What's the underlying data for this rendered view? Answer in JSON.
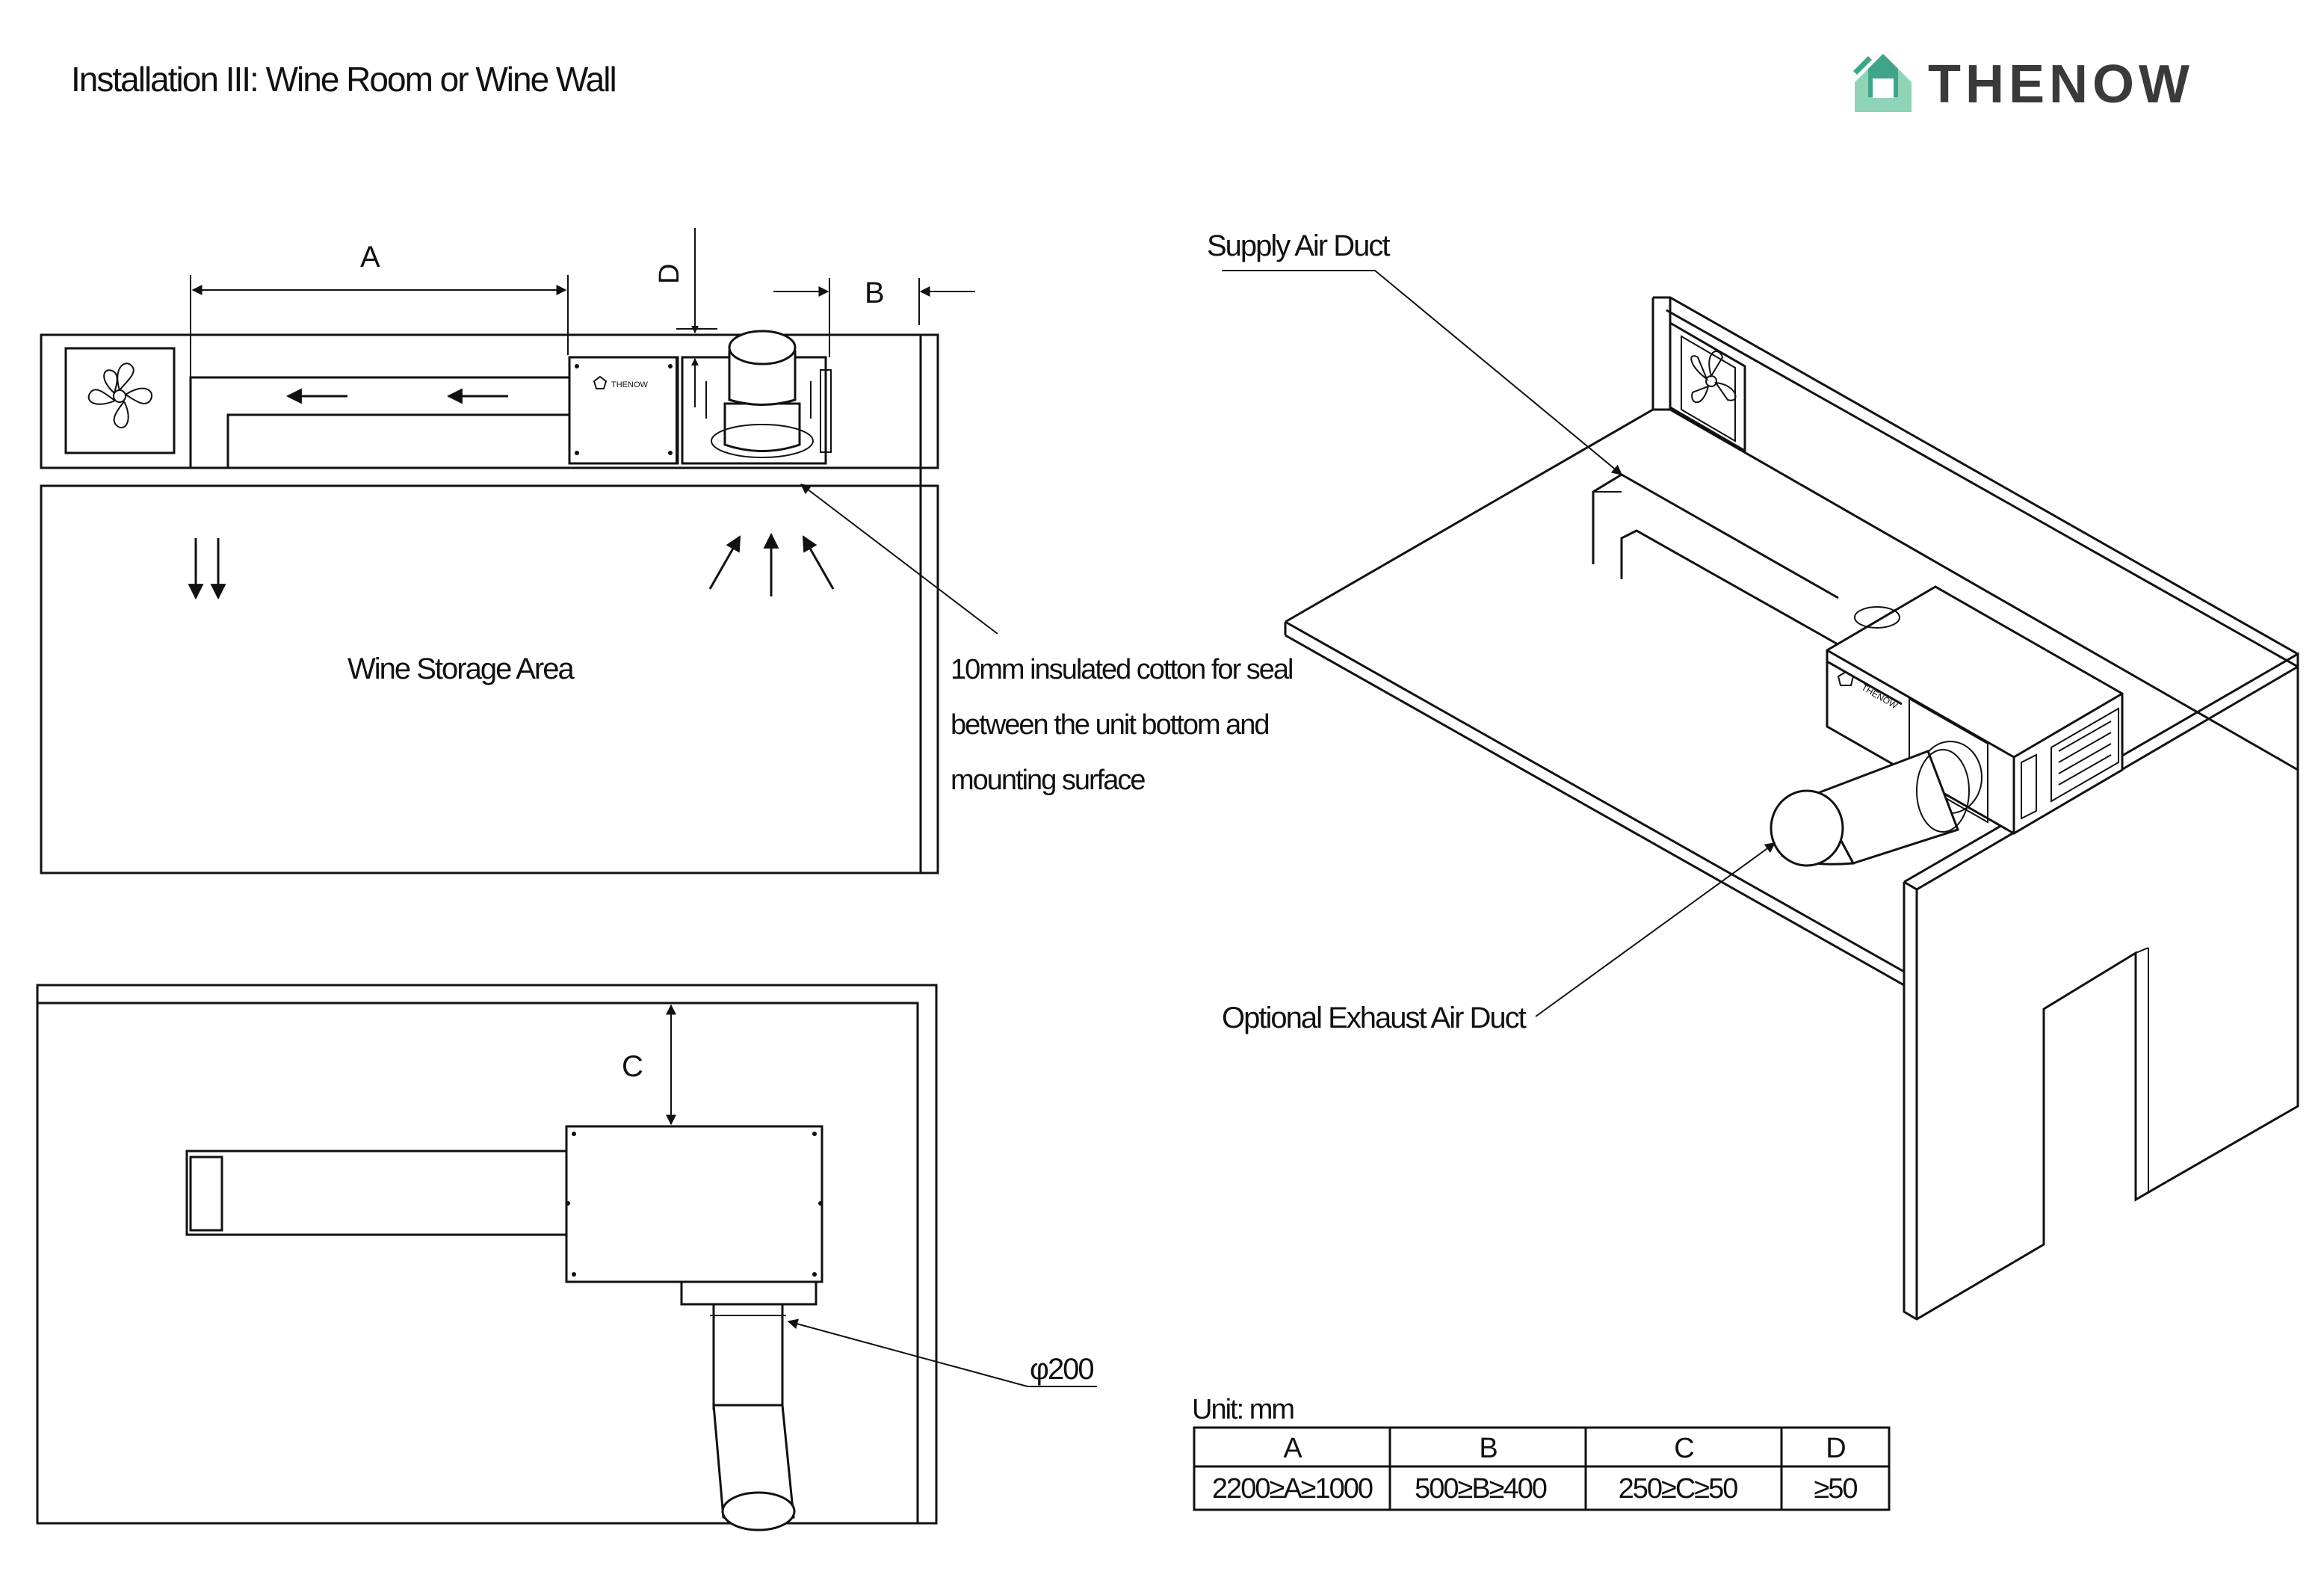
{
  "title": "Installation III: Wine Room or Wine Wall",
  "brand": {
    "name": "THENOW",
    "logo_icon": "house-logo-icon",
    "colors": {
      "green": "#3fa588",
      "light": "#8fd3b8",
      "text": "#3a3a3a"
    }
  },
  "dimension_labels": {
    "a": "A",
    "b": "B",
    "c": "C",
    "d": "D"
  },
  "annotations": {
    "storage_area": "Wine Storage Area",
    "seal_note": [
      "10mm insulated cotton for seal",
      "between the unit bottom and",
      "mounting surface"
    ],
    "pipe_size": "φ200",
    "supply_duct": "Supply Air Duct",
    "exhaust_duct": "Optional Exhaust Air Duct"
  },
  "table": {
    "unit": "Unit: mm",
    "headers": [
      "A",
      "B",
      "C",
      "D"
    ],
    "values": [
      "2200≥A≥1000",
      "500≥B≥400",
      "250≥C≥50",
      "≥50"
    ]
  }
}
